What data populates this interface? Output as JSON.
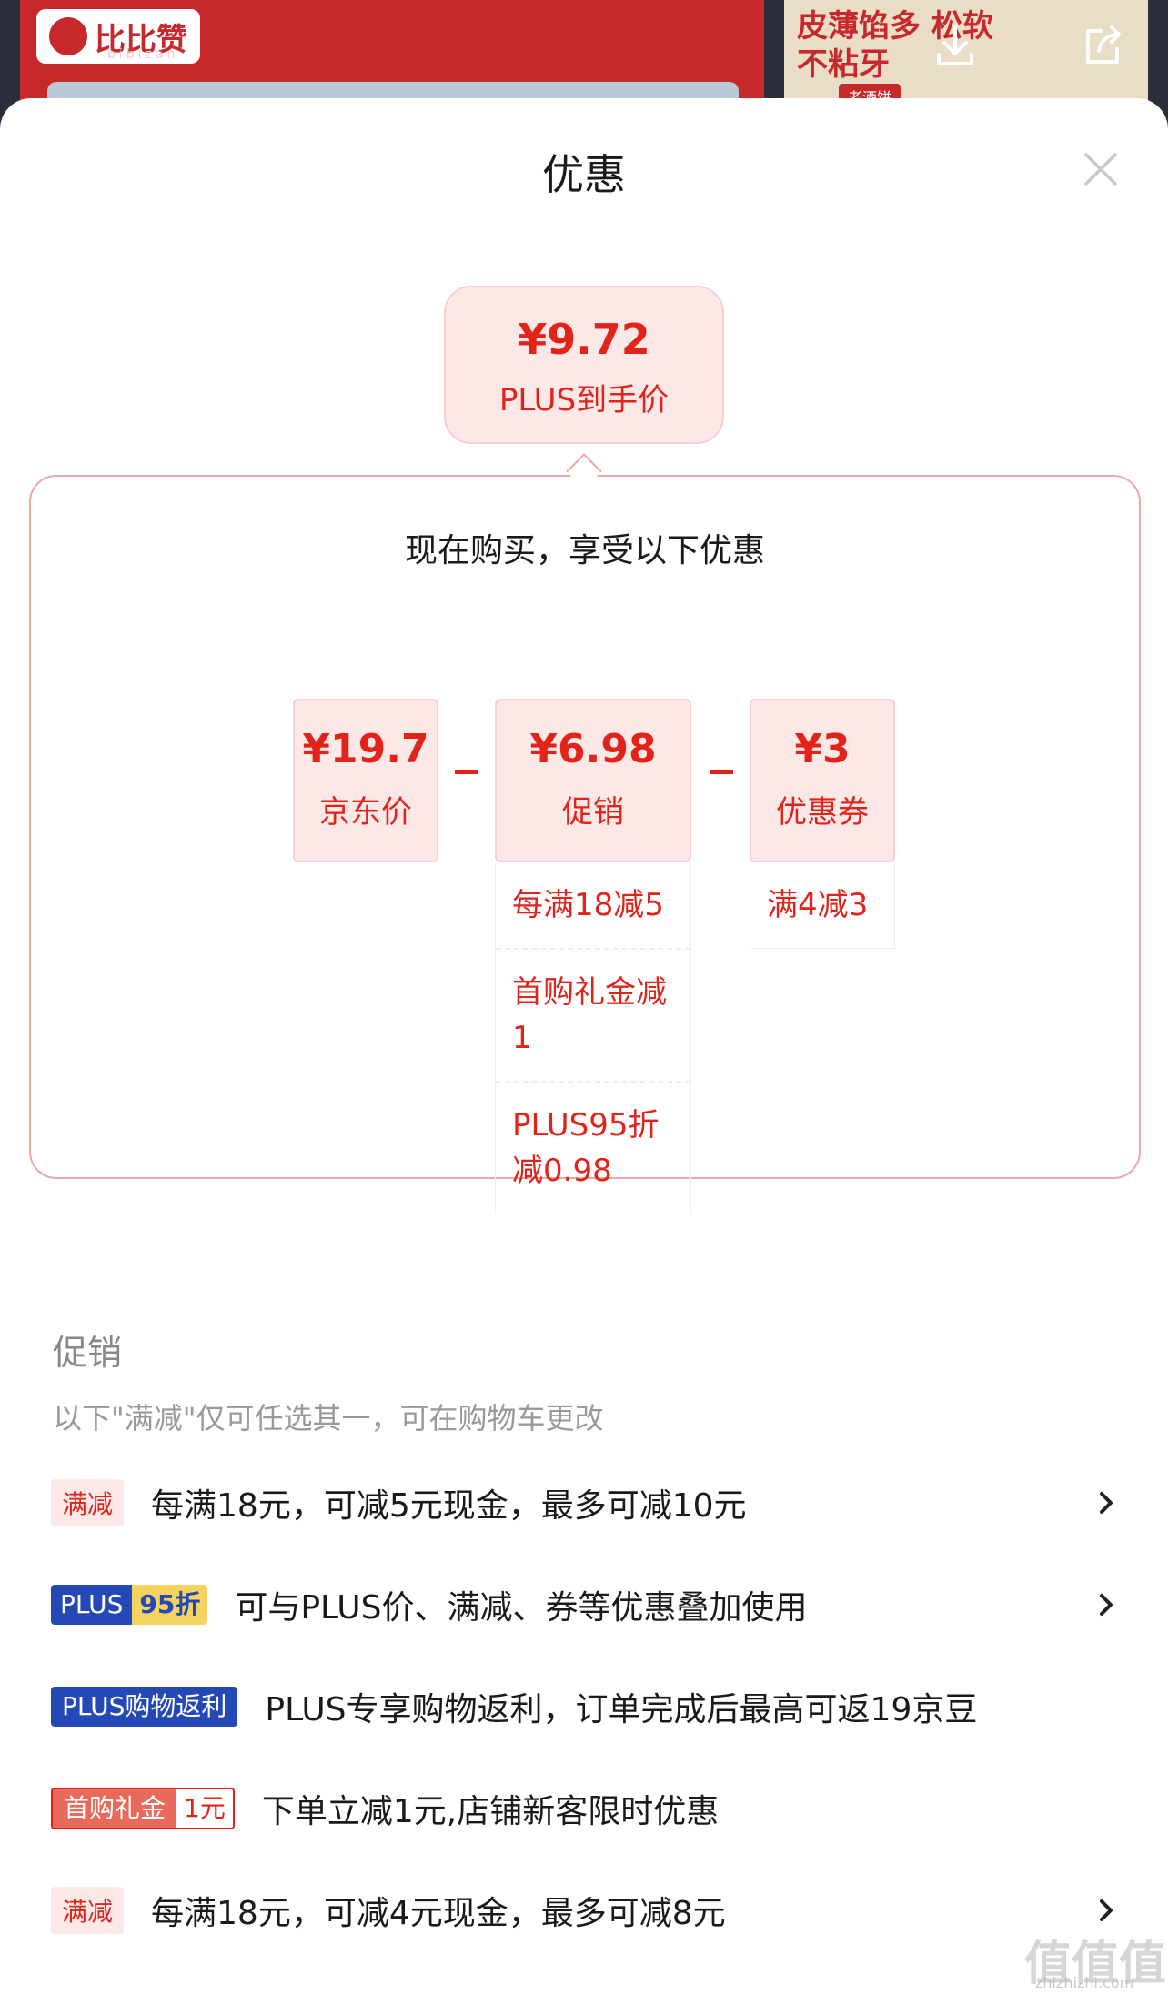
{
  "background": {
    "brand_logo_text": "比比赞",
    "brand_logo_sub": "bibizan",
    "right_product_text": "皮薄馅多 松软不粘牙",
    "right_product_tag": "老酒饼",
    "download_icon": "download-icon",
    "share_icon": "share-icon"
  },
  "sheet": {
    "title": "优惠",
    "close_icon": "close-icon"
  },
  "final_price": {
    "amount": "¥9.72",
    "label": "PLUS到手价"
  },
  "breakdown": {
    "heading": "现在购买，享受以下优惠",
    "columns": [
      {
        "value": "¥19.7",
        "label": "京东价",
        "items": []
      },
      {
        "value": "¥6.98",
        "label": "促销",
        "items": [
          "每满18减5",
          "首购礼金减1",
          "PLUS95折减0.98"
        ]
      },
      {
        "value": "¥3",
        "label": "优惠券",
        "items": [
          "满4减3"
        ]
      }
    ]
  },
  "promotions": {
    "section_title": "促销",
    "note": "以下\"满减\"仅可任选其一，可在购物车更改",
    "rows": [
      {
        "tag": "满减",
        "text": "每满18元，可减5元现金，最多可减10元",
        "has_arrow": true
      },
      {
        "tag_a": "PLUS",
        "tag_b": "95折",
        "text": "可与PLUS价、满减、券等优惠叠加使用",
        "has_arrow": true
      },
      {
        "tag": "PLUS购物返利",
        "text": "PLUS专享购物返利，订单完成后最高可返19京豆",
        "has_arrow": false
      },
      {
        "tag_a": "首购礼金",
        "tag_b": "1元",
        "text": "下单立减1元,店铺新客限时优惠",
        "has_arrow": false
      },
      {
        "tag": "满减",
        "text": "每满18元，可减4元现金，最多可减8元",
        "has_arrow": true
      }
    ]
  },
  "watermark": {
    "text": "值值值",
    "sub": "zhizhizhi.com"
  },
  "colors": {
    "accent_red": "#e2231a",
    "pink_bg": "#fde8e8",
    "plus_blue": "#2448b5",
    "plus_gold": "#f4d35e"
  }
}
